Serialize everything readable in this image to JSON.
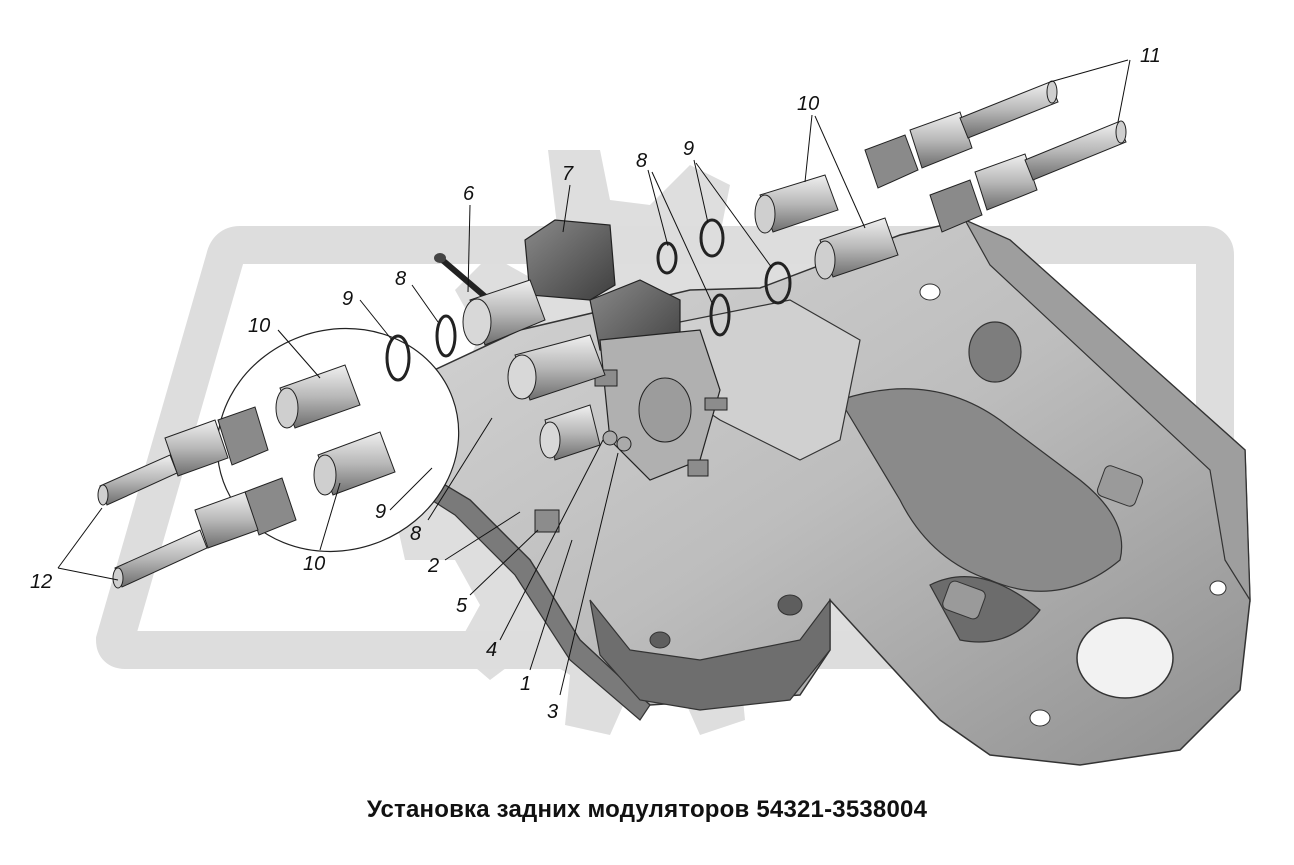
{
  "caption": "Установка задних модуляторов 54321-3538004",
  "callouts": [
    {
      "id": "1",
      "text": "1"
    },
    {
      "id": "2",
      "text": "2"
    },
    {
      "id": "3",
      "text": "3"
    },
    {
      "id": "4",
      "text": "4"
    },
    {
      "id": "5",
      "text": "5"
    },
    {
      "id": "6",
      "text": "6"
    },
    {
      "id": "7",
      "text": "7"
    },
    {
      "id": "8a",
      "text": "8"
    },
    {
      "id": "8b",
      "text": "8"
    },
    {
      "id": "8c",
      "text": "8"
    },
    {
      "id": "9a",
      "text": "9"
    },
    {
      "id": "9b",
      "text": "9"
    },
    {
      "id": "9c",
      "text": "9"
    },
    {
      "id": "10a",
      "text": "10"
    },
    {
      "id": "10b",
      "text": "10"
    },
    {
      "id": "10c",
      "text": "10"
    },
    {
      "id": "11",
      "text": "11"
    },
    {
      "id": "12",
      "text": "12"
    }
  ],
  "colors": {
    "watermark": "#dcdcdc",
    "part_light": "#c8c8c8",
    "part_mid": "#9a9a9a",
    "part_dark": "#5a5a5a",
    "line": "#111111"
  }
}
